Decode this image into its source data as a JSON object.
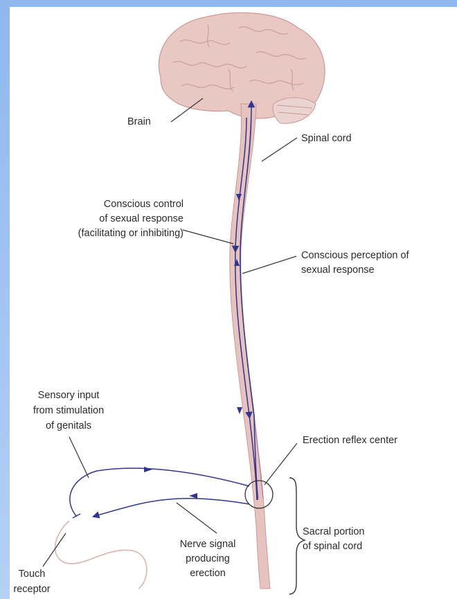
{
  "labels": {
    "brain": "Brain",
    "spinal_cord": "Spinal cord",
    "conscious_control": [
      "Conscious control",
      "of sexual response",
      "(facilitating or inhibiting)"
    ],
    "conscious_perception": [
      "Conscious perception of",
      "sexual response"
    ],
    "sensory_input": [
      "Sensory input",
      "from stimulation",
      "of genitals"
    ],
    "erection_reflex_center": "Erection reflex center",
    "sacral_portion": [
      "Sacral portion",
      "of spinal cord"
    ],
    "nerve_signal": [
      "Nerve signal",
      "producing",
      "erection"
    ],
    "touch_receptor": [
      "Touch",
      "receptor"
    ]
  },
  "colors": {
    "frame": "#8fb8ee",
    "tissue": "#e7c3bf",
    "tissue_dark": "#c99a95",
    "nerve": "#2f3590",
    "leader": "#333333"
  }
}
